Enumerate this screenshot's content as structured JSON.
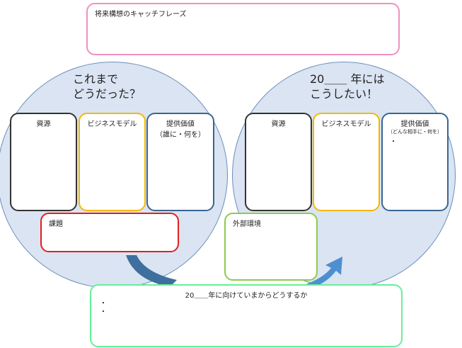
{
  "catchphrase": {
    "label": "将来構想のキャッチフレーズ"
  },
  "past": {
    "heading_line1": "これまで",
    "heading_line2": "どうだった？",
    "resources": "資源",
    "business_model": "ビジネスモデル",
    "value": "提供価値",
    "value_sub": "（誰に・何を）",
    "issues": "課題"
  },
  "future": {
    "heading_line1": "20＿＿ 年には",
    "heading_line2": "こうしたい！",
    "resources": "資源",
    "business_model": "ビジネスモデル",
    "value": "提供価値",
    "value_sub": "（どんな相手に・何を）",
    "value_bullet": "・"
  },
  "external": {
    "label": "外部環境"
  },
  "action": {
    "label": "20＿＿年に向けていまからどうするか",
    "bullets": [
      "・",
      "・"
    ]
  },
  "colors": {
    "resources": "#333333",
    "business_model": "#f5b800",
    "value": "#3a6590",
    "issues": "#e02020",
    "external": "#8ccc4c",
    "action": "#66ee99",
    "catchphrase": "#f090c0"
  }
}
